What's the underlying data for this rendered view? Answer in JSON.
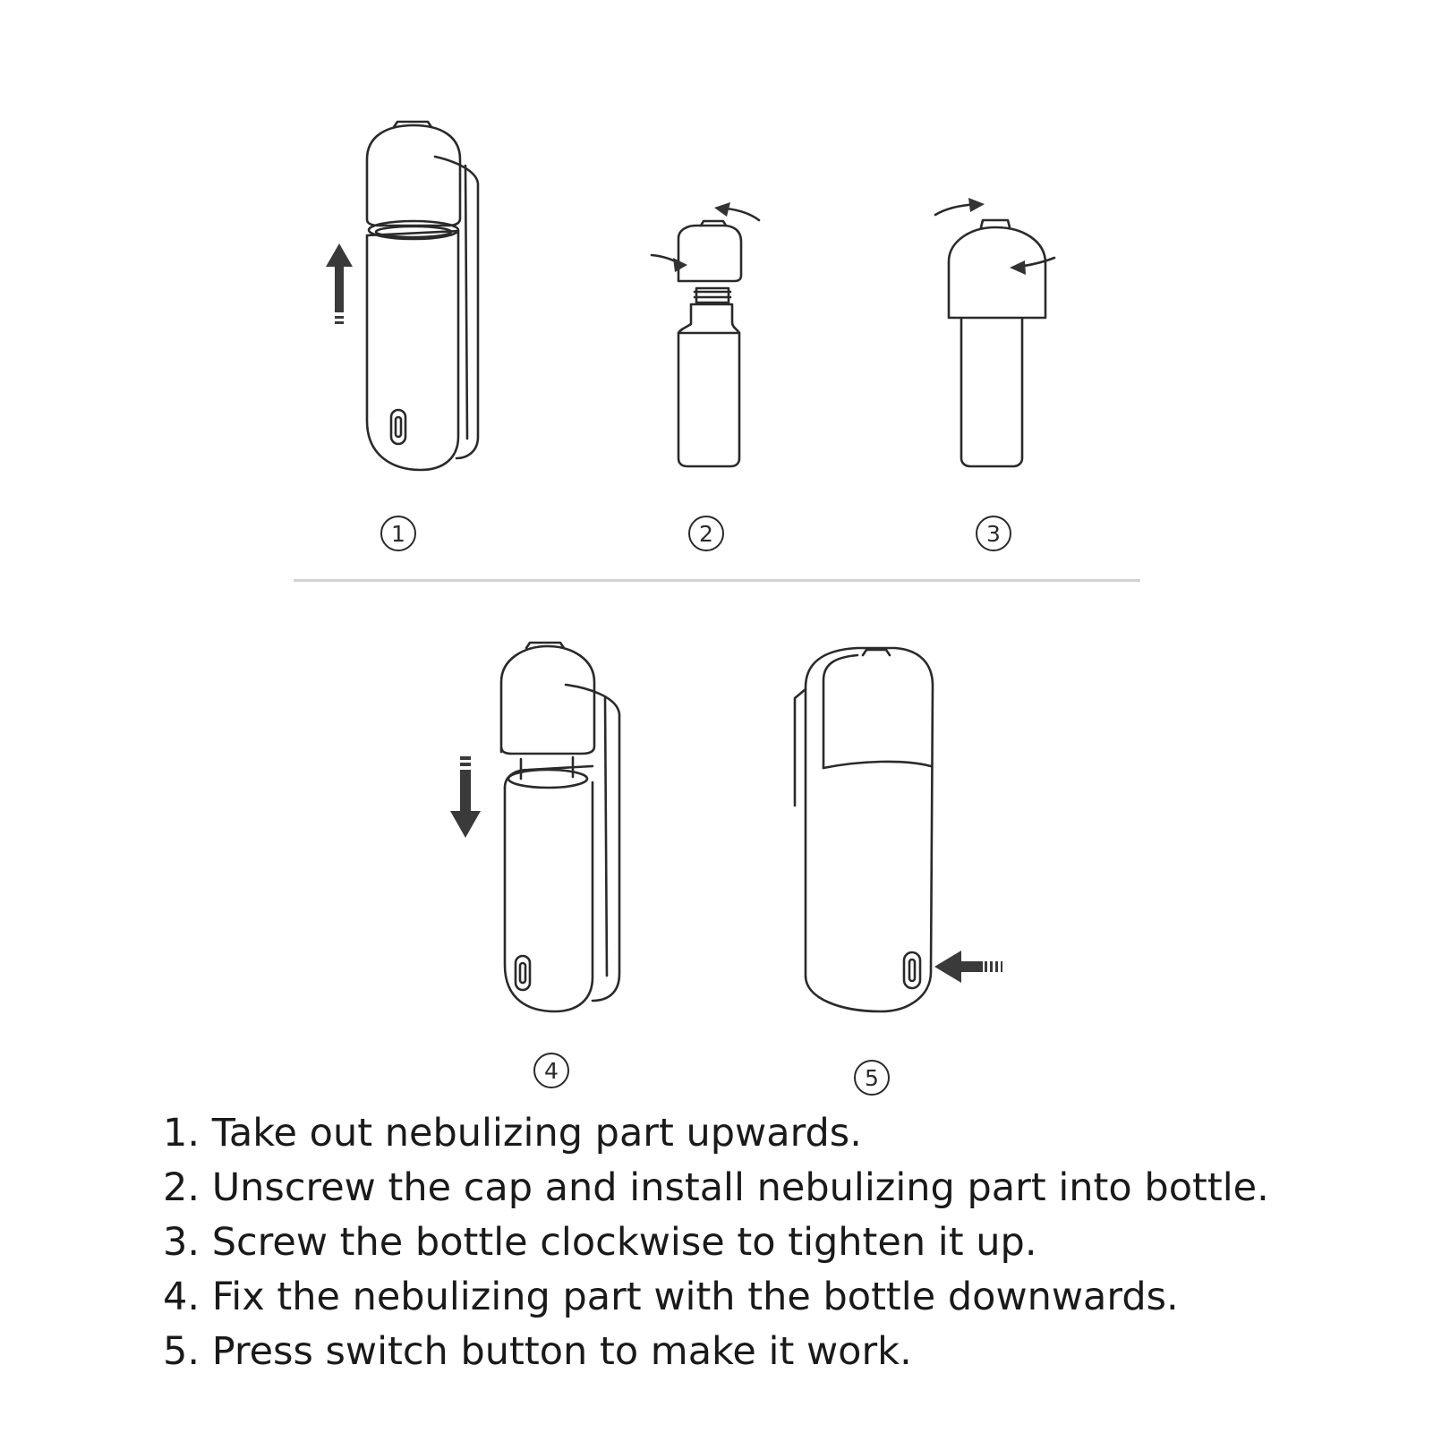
{
  "steps": [
    {
      "marker": "1",
      "text": "1. Take out nebulizing part upwards."
    },
    {
      "marker": "2",
      "text": "2. Unscrew the cap and install nebulizing part into bottle."
    },
    {
      "marker": "3",
      "text": "3. Screw the bottle clockwise to tighten it up."
    },
    {
      "marker": "4",
      "text": "4. Fix the nebulizing part with the bottle downwards."
    },
    {
      "marker": "5",
      "text": "5. Press switch button to make it work."
    }
  ],
  "colors": {
    "line": "#2a2a2a",
    "arrow": "#3a3a3a",
    "divider": "#d2d2d2",
    "background": "#ffffff"
  }
}
